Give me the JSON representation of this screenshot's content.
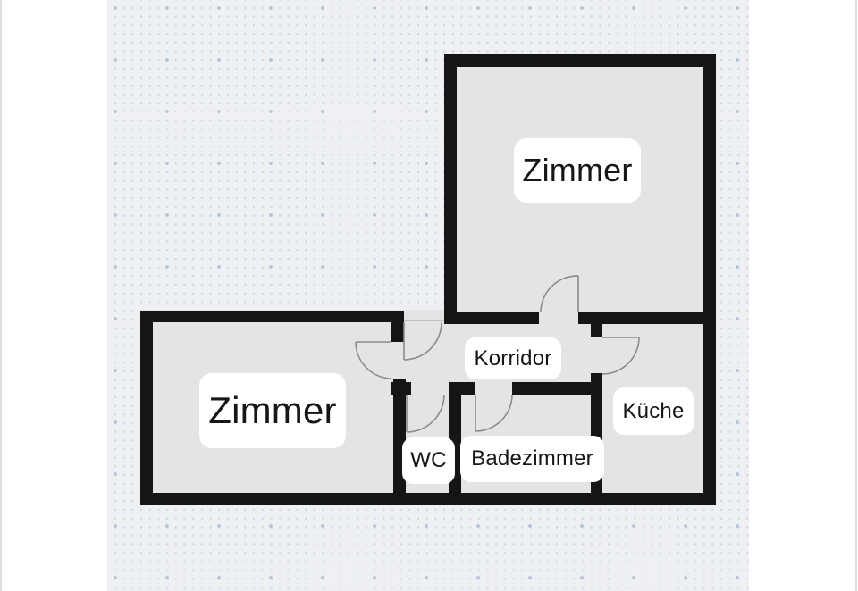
{
  "canvas": {
    "background": "#eef0f3",
    "dot_small_color": "#ccd6e2",
    "dot_large_color": "#b6c3d4"
  },
  "plan": {
    "wall_color": "#151515",
    "floor_color": "#e3e4e4",
    "door_color": "#8b8b8b",
    "label_bg": "#ffffff",
    "label_text_color": "#161616",
    "rooms": [
      {
        "id": "zimmer-top",
        "label": "Zimmer"
      },
      {
        "id": "zimmer-left",
        "label": "Zimmer"
      },
      {
        "id": "korridor",
        "label": "Korridor"
      },
      {
        "id": "wc",
        "label": "WC"
      },
      {
        "id": "badezimmer",
        "label": "Badezimmer"
      },
      {
        "id": "kueche",
        "label": "Küche"
      }
    ]
  }
}
